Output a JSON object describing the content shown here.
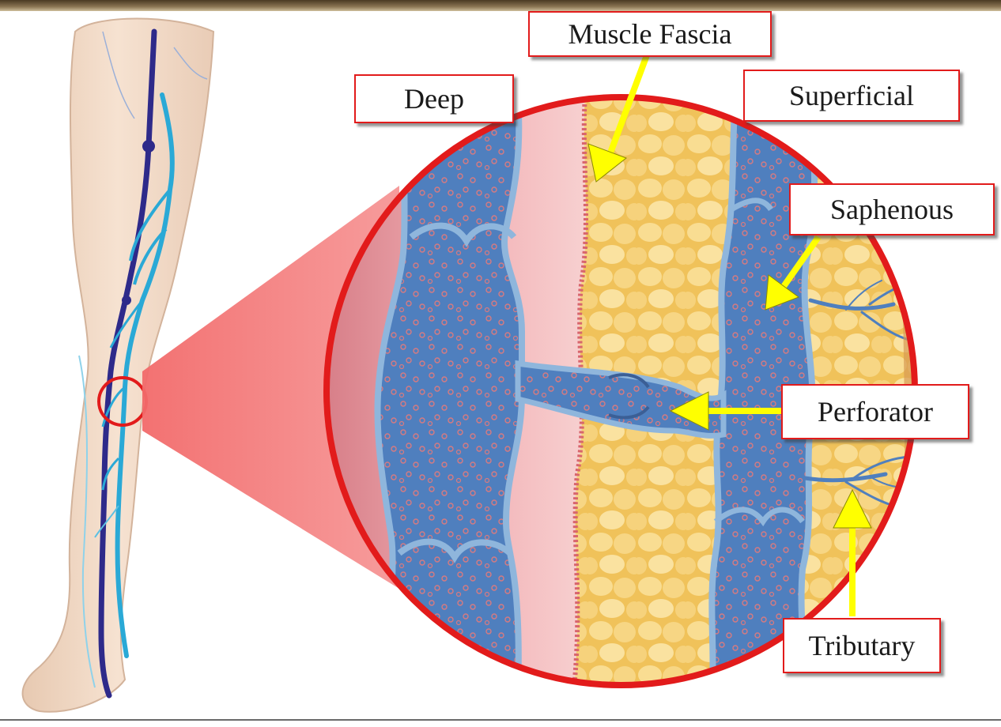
{
  "labels": {
    "muscle_fascia": "Muscle Fascia",
    "deep": "Deep",
    "superficial": "Superficial",
    "saphenous": "Saphenous",
    "perforator": "Perforator",
    "tributary": "Tributary"
  },
  "colors": {
    "callout_border": "#e21b1b",
    "arrow": "#ffff00",
    "magnifier_ring": "#e21b1b",
    "zoom_wedge": "#f47a7a",
    "deep_vein": "#2e2a8a",
    "superficial_vein": "#2aa9d6",
    "fat_tissue": "#f2c766",
    "muscle_tissue": "#e98f98",
    "vein_blood": "#5a86c0",
    "skin": "#f3d9c4"
  }
}
